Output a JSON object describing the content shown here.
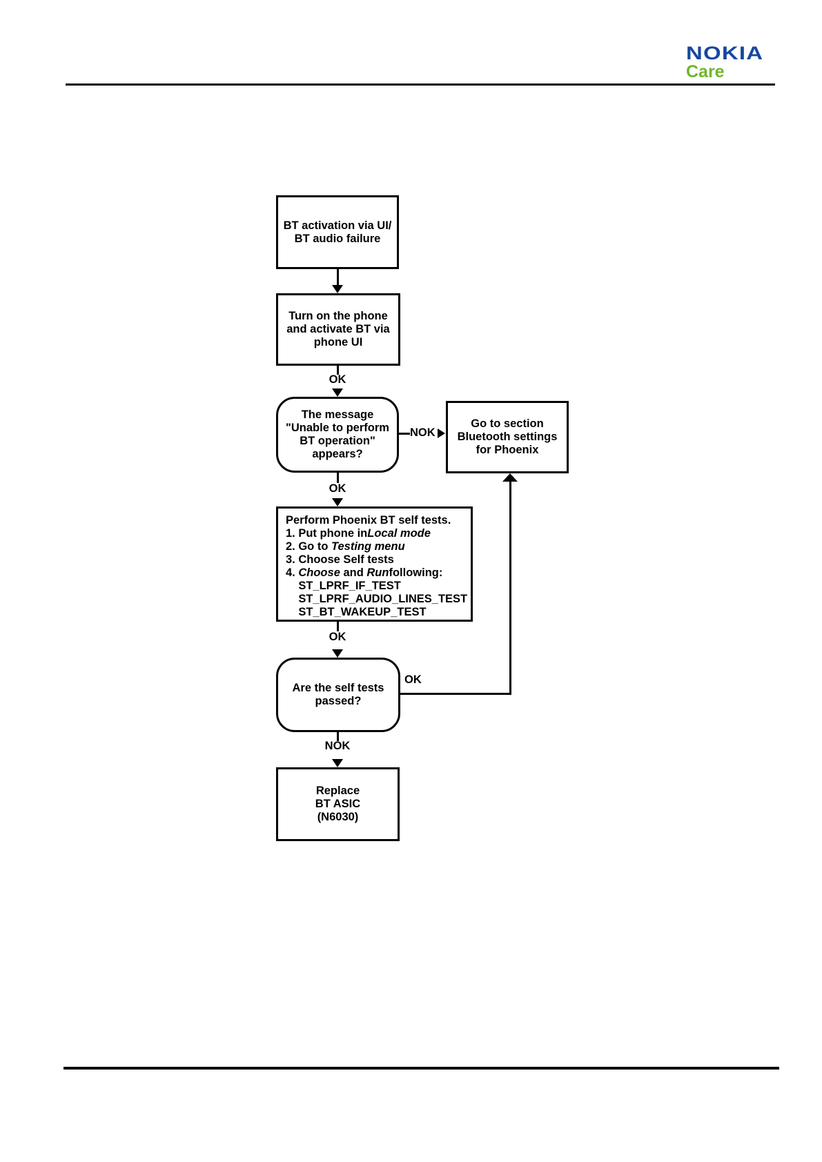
{
  "logo": {
    "brand": "NOKIA",
    "sub": "Care",
    "brand_color": "#17479E",
    "sub_color": "#70B62C"
  },
  "flowchart": {
    "nodes": [
      {
        "id": "start",
        "shape": "rect",
        "lines": [
          [
            {
              "t": "BT activation via UI/"
            }
          ],
          [
            {
              "t": "BT audio failure"
            }
          ]
        ]
      },
      {
        "id": "turn_on",
        "shape": "rect",
        "lines": [
          [
            {
              "t": "Turn on the phone"
            }
          ],
          [
            {
              "t": "and activate BT via"
            }
          ],
          [
            {
              "t": "phone UI"
            }
          ]
        ]
      },
      {
        "id": "message",
        "shape": "rounded",
        "lines": [
          [
            {
              "t": "The message"
            }
          ],
          [
            {
              "t": "\"Unable to perform"
            }
          ],
          [
            {
              "t": "BT operation\""
            }
          ],
          [
            {
              "t": "appears?"
            }
          ]
        ]
      },
      {
        "id": "goto",
        "shape": "rect",
        "lines": [
          [
            {
              "t": "Go to section"
            }
          ],
          [
            {
              "t": "Bluetooth settings"
            }
          ],
          [
            {
              "t": "for Phoenix"
            }
          ]
        ]
      },
      {
        "id": "selftests",
        "shape": "rect",
        "lines": [
          [
            {
              "t": "Perform Phoenix BT self tests."
            }
          ],
          [
            {
              "t": "1. Put phone in"
            },
            {
              "t": "Local mode",
              "i": true
            }
          ],
          [
            {
              "t": "2. Go to "
            },
            {
              "t": "Testing menu",
              "i": true
            }
          ],
          [
            {
              "t": "3. Choose Self tests"
            }
          ],
          [
            {
              "t": "4. "
            },
            {
              "t": "Choose",
              "i": true
            },
            {
              "t": " and "
            },
            {
              "t": "Run",
              "i": true
            },
            {
              "t": "following:"
            }
          ],
          [
            {
              "t": "    ST_LPRF_IF_TEST"
            }
          ],
          [
            {
              "t": "    ST_LPRF_AUDIO_LINES_TEST"
            }
          ],
          [
            {
              "t": "    ST_BT_WAKEUP_TEST"
            }
          ]
        ]
      },
      {
        "id": "passed",
        "shape": "rounded",
        "lines": [
          [
            {
              "t": "Are the self tests"
            }
          ],
          [
            {
              "t": "passed?"
            }
          ]
        ]
      },
      {
        "id": "replace",
        "shape": "rect",
        "lines": [
          [
            {
              "t": "Replace"
            }
          ],
          [
            {
              "t": "BT ASIC"
            }
          ],
          [
            {
              "t": "(N6030)"
            }
          ]
        ]
      }
    ],
    "edge_labels": {
      "turn_on_ok": "OK",
      "message_nok": "NOK",
      "message_ok": "OK",
      "selftests_ok": "OK",
      "passed_ok": "OK",
      "passed_nok": "NOK"
    }
  }
}
